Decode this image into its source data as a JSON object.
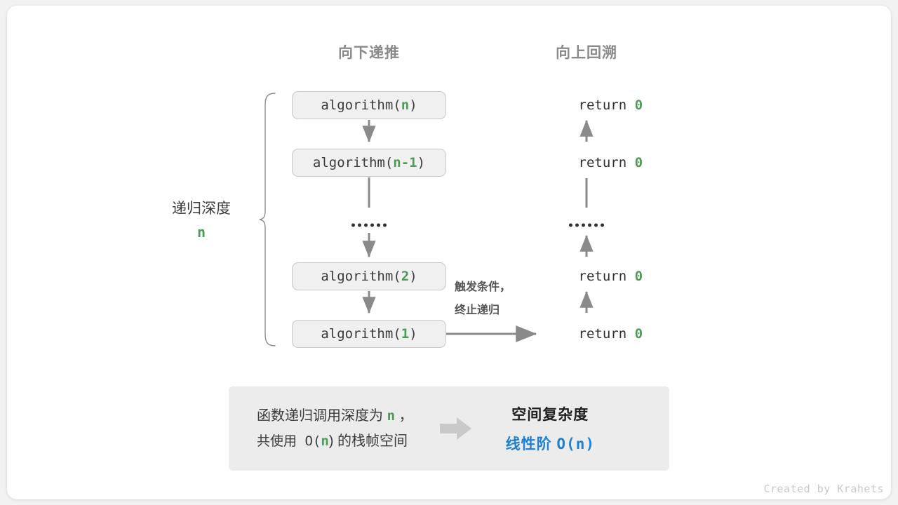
{
  "colors": {
    "background": "#f2f2f2",
    "card": "#ffffff",
    "accent_green": "#4e9a57",
    "accent_blue": "#1e80d2",
    "arrow_gray": "#8a8a8a",
    "box_fill": "#f0f0f0",
    "box_border": "#c9c9c9",
    "panel_fill": "#ececec",
    "heading_gray": "#8a8a8a"
  },
  "headings": {
    "down": "向下递推",
    "up": "向上回溯"
  },
  "depth": {
    "label": "递归深度",
    "value": "n"
  },
  "calls": [
    {
      "prefix": "algorithm(",
      "arg": "n",
      "suffix": ")"
    },
    {
      "prefix": "algorithm(",
      "arg": "n-1",
      "suffix": ")"
    },
    {
      "prefix": "algorithm(",
      "arg": "2",
      "suffix": ")"
    },
    {
      "prefix": "algorithm(",
      "arg": "1",
      "suffix": ")"
    }
  ],
  "ellipsis": {
    "dot_count": 6
  },
  "returns": [
    {
      "keyword": "return ",
      "value": "0"
    },
    {
      "keyword": "return ",
      "value": "0"
    },
    {
      "keyword": "return ",
      "value": "0"
    },
    {
      "keyword": "return ",
      "value": "0"
    }
  ],
  "trigger_note": {
    "line1": "触发条件，",
    "line2": "终止递归"
  },
  "summary": {
    "left_line1_a": "函数递归调用深度为 ",
    "left_line1_var": "n",
    "left_line1_b": " ，",
    "left_line2_a": "共使用 O(",
    "left_line2_var": "n",
    "left_line2_b": ") 的栈帧空间",
    "right_title": "空间复杂度",
    "right_value_label": "线性阶 ",
    "right_value_expr": "O(n)"
  },
  "credit": "Created by Krahets"
}
